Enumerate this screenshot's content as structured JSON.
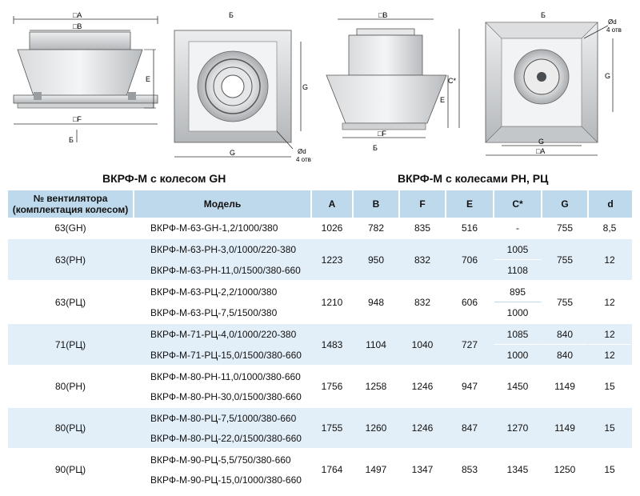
{
  "drawings": {
    "labels": {
      "a": "□A",
      "b": "□B",
      "f": "□F",
      "b_side": "Б",
      "b_arrow": "Б",
      "e": "E",
      "g": "G",
      "c": "C*",
      "d": "Ød",
      "holes": "4 отв"
    }
  },
  "captions": {
    "left": "ВКРФ-М с колесом GH",
    "right": "ВКРФ-М с колесами PH, РЦ"
  },
  "table": {
    "headers": {
      "fan_no": "№ вентилятора\n(комплектация колесом)",
      "model": "Модель",
      "a": "A",
      "b": "B",
      "f": "F",
      "e": "E",
      "c": "C*",
      "g": "G",
      "d": "d"
    },
    "rows": [
      {
        "fan": "63(GH)",
        "models": [
          "ВКРФ-М-63-GH-1,2/1000/380"
        ],
        "a": "1026",
        "b": "782",
        "f": "835",
        "e": "516",
        "c": [
          "-"
        ],
        "g": [
          "755"
        ],
        "d": [
          "8,5"
        ]
      },
      {
        "fan": "63(PH)",
        "models": [
          "ВКРФ-М-63-PH-3,0/1000/220-380",
          "ВКРФ-М-63-PH-11,0/1500/380-660"
        ],
        "a": "1223",
        "b": "950",
        "f": "832",
        "e": "706",
        "c": [
          "1005",
          "1108"
        ],
        "g": [
          "755"
        ],
        "d": [
          "12"
        ]
      },
      {
        "fan": "63(РЦ)",
        "models": [
          "ВКРФ-М-63-РЦ-2,2/1000/380",
          "ВКРФ-М-63-РЦ-7,5/1500/380"
        ],
        "a": "1210",
        "b": "948",
        "f": "832",
        "e": "606",
        "c": [
          "895",
          "1000"
        ],
        "g": [
          "755"
        ],
        "d": [
          "12"
        ]
      },
      {
        "fan": "71(РЦ)",
        "models": [
          "ВКРФ-М-71-РЦ-4,0/1000/220-380",
          "ВКРФ-М-71-РЦ-15,0/1500/380-660"
        ],
        "a": "1483",
        "b": "1104",
        "f": "1040",
        "e": "727",
        "c": [
          "1085",
          "1000"
        ],
        "g": [
          "840",
          "840"
        ],
        "d": [
          "12",
          "12"
        ]
      },
      {
        "fan": "80(PH)",
        "models": [
          "ВКРФ-М-80-PH-11,0/1000/380-660",
          "ВКРФ-М-80-PH-30,0/1500/380-660"
        ],
        "a": "1756",
        "b": "1258",
        "f": "1246",
        "e": "947",
        "c": [
          "1450"
        ],
        "g": [
          "1149"
        ],
        "d": [
          "15"
        ]
      },
      {
        "fan": "80(РЦ)",
        "models": [
          "ВКРФ-М-80-РЦ-7,5/1000/380-660",
          "ВКРФ-М-80-РЦ-22,0/1500/380-660"
        ],
        "a": "1755",
        "b": "1260",
        "f": "1246",
        "e": "847",
        "c": [
          "1270"
        ],
        "g": [
          "1149"
        ],
        "d": [
          "15"
        ]
      },
      {
        "fan": "90(РЦ)",
        "models": [
          "ВКРФ-М-90-РЦ-5,5/750/380-660",
          "ВКРФ-М-90-РЦ-15,0/1000/380-660"
        ],
        "a": "1764",
        "b": "1497",
        "f": "1347",
        "e": "853",
        "c": [
          "1345"
        ],
        "g": [
          "1250"
        ],
        "d": [
          "15"
        ]
      }
    ]
  }
}
